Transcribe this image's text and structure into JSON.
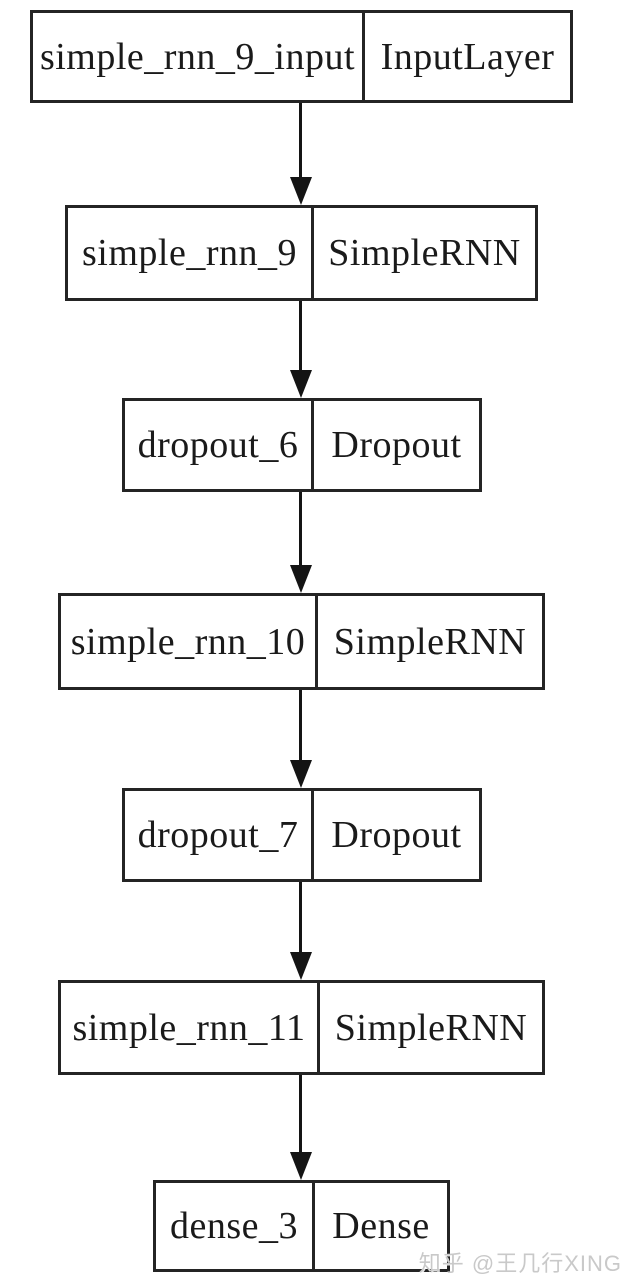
{
  "diagram": {
    "kind": "keras-model-plot",
    "nodes": [
      {
        "name": "simple_rnn_9_input",
        "type": "InputLayer"
      },
      {
        "name": "simple_rnn_9",
        "type": "SimpleRNN"
      },
      {
        "name": "dropout_6",
        "type": "Dropout"
      },
      {
        "name": "simple_rnn_10",
        "type": "SimpleRNN"
      },
      {
        "name": "dropout_7",
        "type": "Dropout"
      },
      {
        "name": "simple_rnn_11",
        "type": "SimpleRNN"
      },
      {
        "name": "dense_3",
        "type": "Dense"
      }
    ],
    "edges": [
      {
        "from": "simple_rnn_9_input",
        "to": "simple_rnn_9"
      },
      {
        "from": "simple_rnn_9",
        "to": "dropout_6"
      },
      {
        "from": "dropout_6",
        "to": "simple_rnn_10"
      },
      {
        "from": "simple_rnn_10",
        "to": "dropout_7"
      },
      {
        "from": "dropout_7",
        "to": "simple_rnn_11"
      },
      {
        "from": "simple_rnn_11",
        "to": "dense_3"
      }
    ]
  },
  "watermark": {
    "text": "知乎 @王几行XING"
  },
  "colors": {
    "background": "#ffffff",
    "node_border": "#242424",
    "node_text": "#1a1a1a",
    "arrow": "#141414",
    "watermark_text": "#c9c9c9"
  }
}
